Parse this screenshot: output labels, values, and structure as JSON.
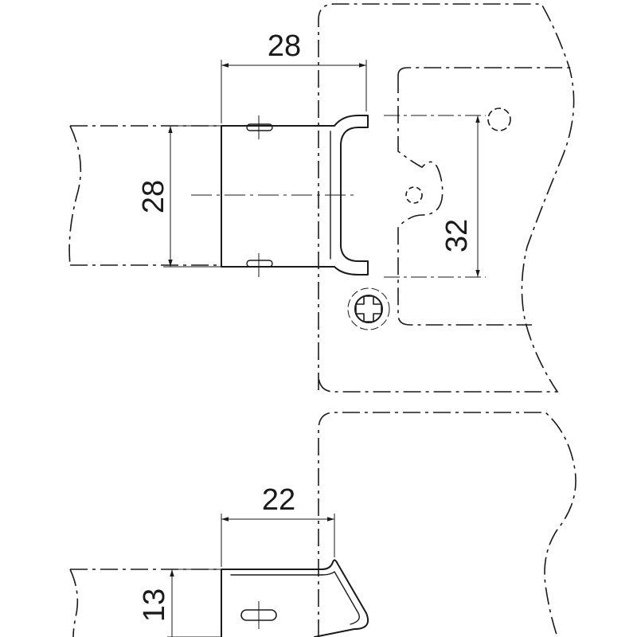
{
  "dimensions": {
    "clip_top_width": "28",
    "clip_top_height": "28",
    "slot_spacing": "32",
    "clip_bottom_width": "22",
    "clip_bottom_height": "13"
  }
}
